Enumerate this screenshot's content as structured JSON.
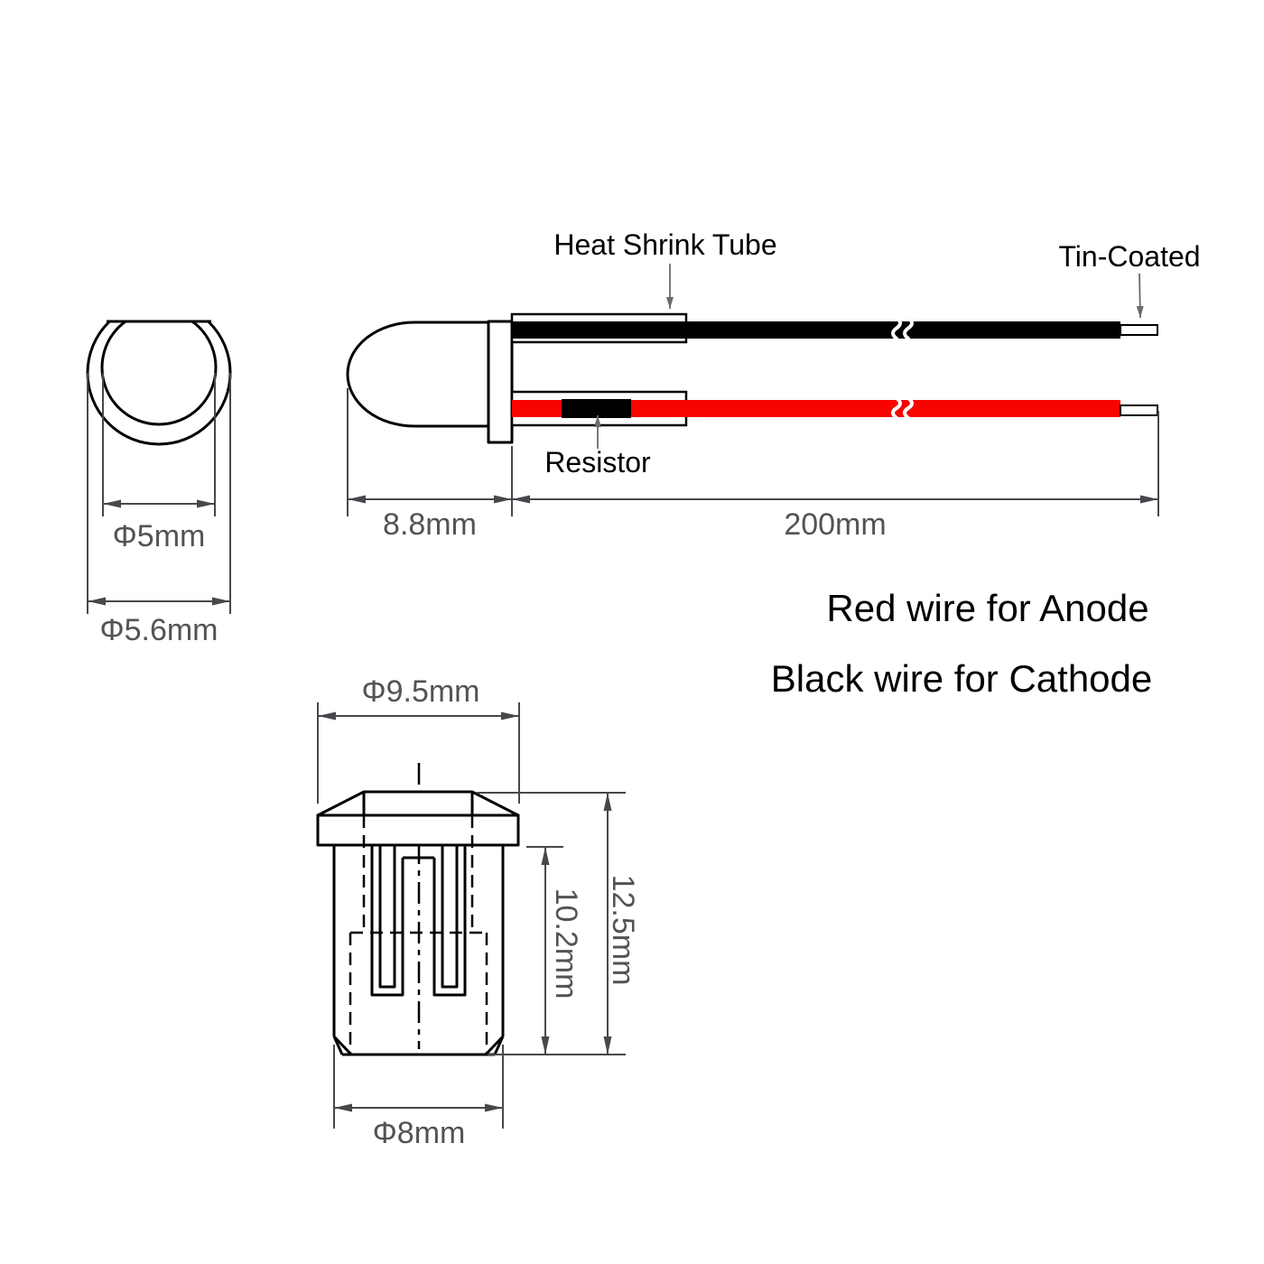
{
  "colors": {
    "wire_red": "#f70400",
    "wire_black": "#000000",
    "dimension_gray": "#47484c"
  },
  "top_view": {
    "inner_diameter": "Φ5mm",
    "outer_diameter": "Φ5.6mm"
  },
  "side_view": {
    "heat_shrink_label": "Heat Shrink Tube",
    "tin_coated_label": "Tin-Coated",
    "resistor_label": "Resistor",
    "body_length": "8.8mm",
    "wire_length": "200mm"
  },
  "notes": {
    "anode": "Red wire for Anode",
    "cathode": "Black wire for Cathode"
  },
  "holder_view": {
    "flange_diameter": "Φ9.5mm",
    "body_diameter": "Φ8mm",
    "inner_height": "10.2mm",
    "total_height": "12.5mm"
  }
}
